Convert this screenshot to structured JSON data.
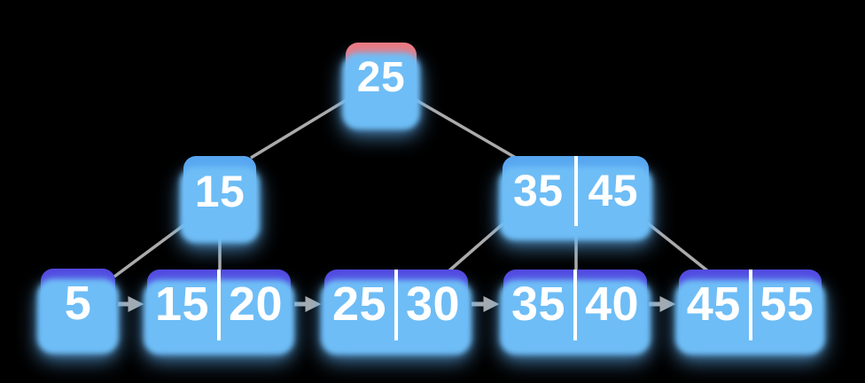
{
  "diagram": {
    "type": "b-plus-tree",
    "root": {
      "keys": [
        "25"
      ]
    },
    "internal_nodes": [
      {
        "keys": [
          "15"
        ]
      },
      {
        "keys": [
          "35",
          "45"
        ]
      }
    ],
    "leaf_nodes": [
      {
        "keys": [
          "5"
        ]
      },
      {
        "keys": [
          "15",
          "20"
        ]
      },
      {
        "keys": [
          "25",
          "30"
        ]
      },
      {
        "keys": [
          "35",
          "40"
        ]
      },
      {
        "keys": [
          "45",
          "55"
        ]
      }
    ],
    "colors": {
      "background": "#000000",
      "root_fill": "#f2797f",
      "internal_fill": "#58a7f1",
      "leaf_fill": "#5347e0",
      "glow": "#6ebdf6",
      "connector": "#ababab",
      "text": "#ffffff"
    }
  }
}
